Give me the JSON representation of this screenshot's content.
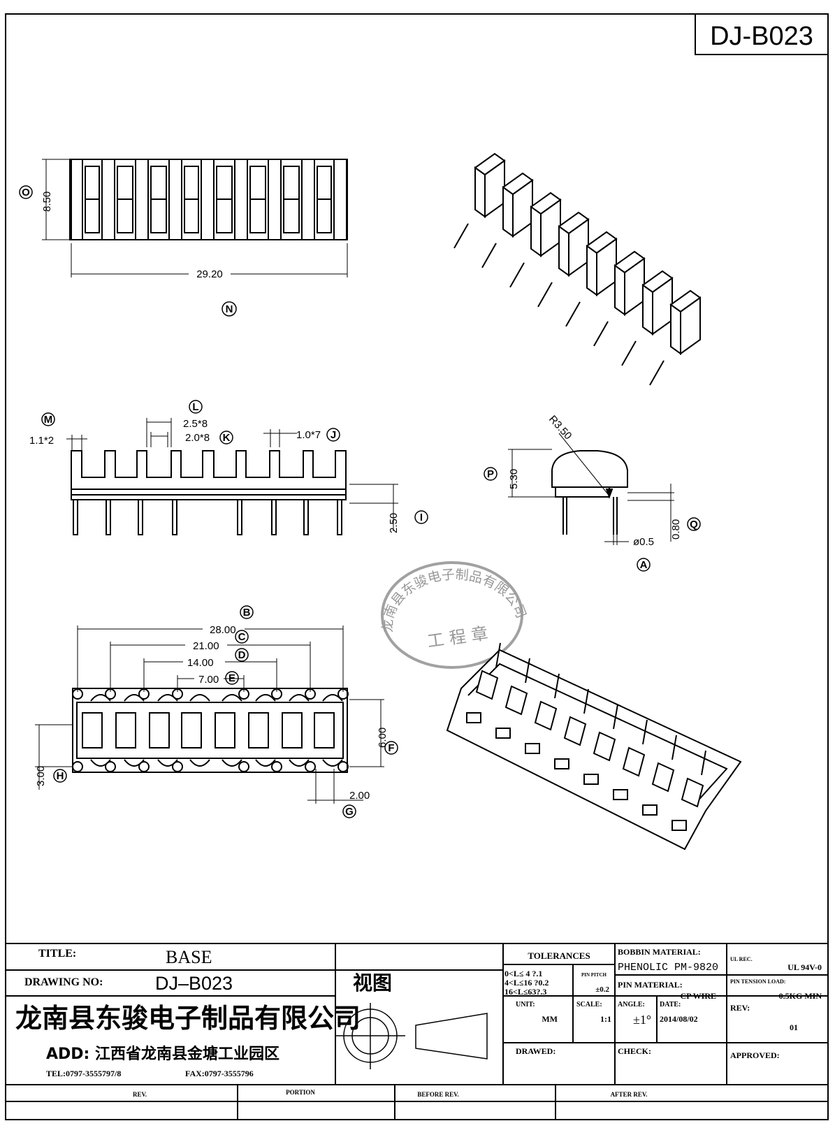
{
  "drawing_id": "DJ-B023",
  "top_view": {
    "height_dim": "8.50",
    "length_dim": "29.20",
    "view_label": "N"
  },
  "front_view": {
    "slot_width_dim": "2.5*8",
    "slot_width_label": "L",
    "slot_inner_dim": "2.0*8",
    "slot_inner_label": "K",
    "rib_dim": "1.0*7",
    "rib_label": "J",
    "end_rib_dim": "1.1*2",
    "end_rib_label": "M",
    "pin_length_dim": "2.50",
    "pin_length_label": "I"
  },
  "side_view": {
    "radius_dim": "R3.50",
    "height_dim": "5.30",
    "height_label": "P",
    "standoff_dim": "0.80",
    "standoff_label": "Q",
    "pin_dia_dim": "ø0.5",
    "pin_dia_label": "A"
  },
  "bottom_view": {
    "dims": [
      {
        "value": "28.00",
        "label": "B"
      },
      {
        "value": "21.00",
        "label": "C"
      },
      {
        "value": "14.00",
        "label": "D"
      },
      {
        "value": "7.00",
        "label": "E"
      }
    ],
    "row_spacing_dim": "6.00",
    "row_spacing_label": "F",
    "pitch_dim": "2.00",
    "pitch_label": "G",
    "offset_dim": "3.00",
    "offset_label": "H"
  },
  "stamp": {
    "ring_text": "龙南县东骏电子制品有限公司",
    "center_text": "工 程 章"
  },
  "title_block": {
    "title_label": "TITLE:",
    "title_value": "BASE",
    "drawing_no_label": "DRAWING NO:",
    "drawing_no_value": "DJ–B023",
    "view_label": "视图",
    "company": "龙南县东骏电子制品有限公司",
    "address": "ADD: 江西省龙南县金塘工业园区",
    "tel": "TEL:0797-3555797/8",
    "fax": "FAX:0797-3555796",
    "tolerances_label": "TOLERANCES",
    "tol_rows": [
      "0<L≤ 4  ?.1",
      "4<L≤16  ?0.2",
      "16<L≤63?.3"
    ],
    "pin_pitch_label": "PIN PITCH",
    "pin_pitch_value": "±0.2",
    "bobbin_material_label": "BOBBIN MATERIAL:",
    "bobbin_material_value": "PHENOLIC PM-9820",
    "ul_label": "UL REC.",
    "ul_value": "UL  94V-0",
    "pin_material_label": "PIN MATERIAL:",
    "pin_material_value": "CP WIRE",
    "pin_tension_label": "PIN TENSION LOAD:",
    "pin_tension_value": "0.5KG MIN",
    "unit_label": "UNIT:",
    "unit_value": "MM",
    "scale_label": "SCALE:",
    "scale_value": "1:1",
    "angle_label": "ANGLE:",
    "angle_value": "±1°",
    "date_label": "DATE:",
    "date_value": "2014/08/02",
    "rev_label": "REV:",
    "rev_value": "01",
    "drawed_label": "DRAWED:",
    "check_label": "CHECK:",
    "approved_label": "APPROVED:",
    "rev_footer": [
      "REV.",
      "PORTION",
      "BEFORE REV.",
      "AFTER REV."
    ]
  }
}
